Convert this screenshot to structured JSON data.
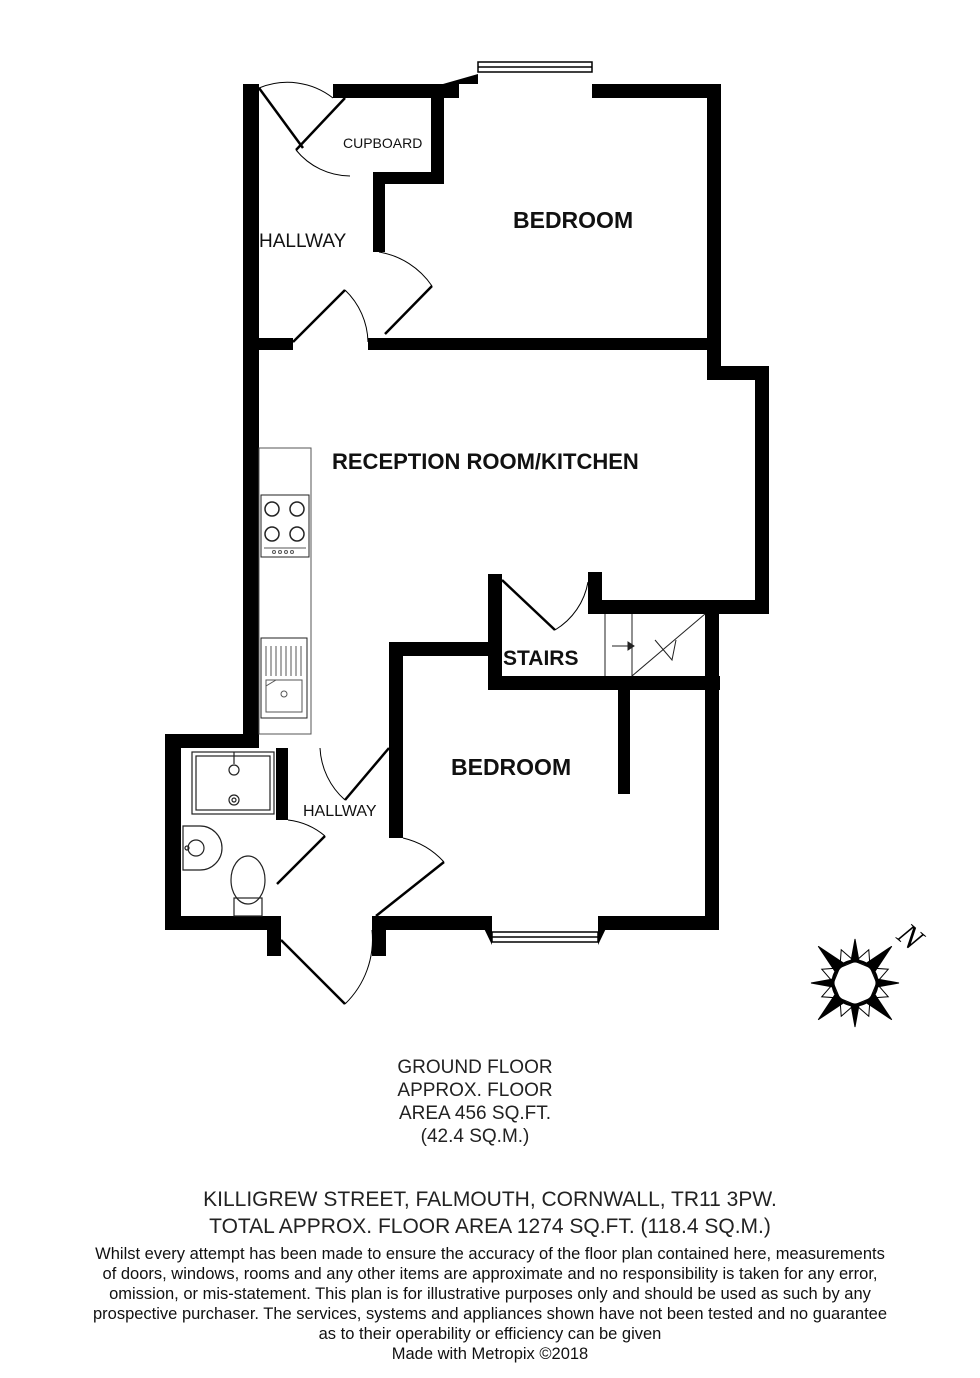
{
  "rooms": {
    "cupboard": "CUPBOARD",
    "hallway_top": "HALLWAY",
    "bedroom_top": "BEDROOM",
    "reception": "RECEPTION ROOM/KITCHEN",
    "stairs": "STAIRS",
    "bedroom_bottom": "BEDROOM",
    "hallway_bottom": "HALLWAY"
  },
  "compass": {
    "north": "N"
  },
  "floor": {
    "line1": "GROUND FLOOR",
    "line2": "APPROX. FLOOR",
    "line3": "AREA 456 SQ.FT.",
    "line4": "(42.4 SQ.M.)"
  },
  "address": {
    "line1": "KILLIGREW STREET, FALMOUTH, CORNWALL, TR11 3PW.",
    "line2": "TOTAL APPROX. FLOOR AREA 1274 SQ.FT. (118.4 SQ.M.)"
  },
  "disclaimer": {
    "line1": "Whilst every attempt has been made to ensure the accuracy of the floor plan contained here, measurements",
    "line2": "of doors, windows, rooms and any other items are approximate and no responsibility is taken for any error,",
    "line3": "omission, or mis-statement. This plan is for illustrative purposes only and should be used as such by any",
    "line4": "prospective purchaser. The services, systems and appliances shown have not been tested and no guarantee",
    "line5": "as to their operability or efficiency can be given",
    "line6": "Made with Metropix ©2018"
  }
}
